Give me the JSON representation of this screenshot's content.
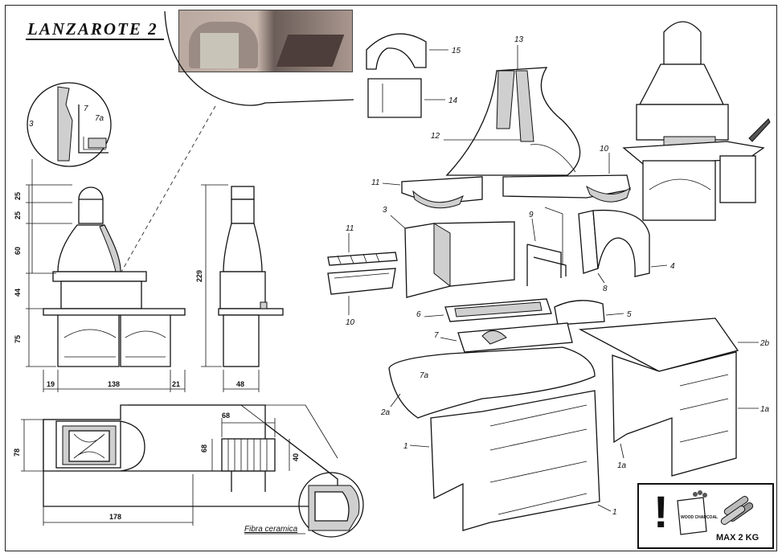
{
  "title": "LANZAROTE 2",
  "labels": {
    "front": {
      "dims_v": [
        "25",
        "25",
        "60",
        "44",
        "75"
      ],
      "total_height": "229",
      "dims_h": [
        "19",
        "138",
        "21"
      ]
    },
    "side": {
      "width": "48"
    },
    "detail_top": {
      "n3": "3",
      "n7": "7",
      "n7a": "7a"
    },
    "plan": {
      "depth": "78",
      "width": "178"
    },
    "grill": {
      "width": "68",
      "height": "68",
      "depth": "40"
    },
    "fibra": "Fibra ceramica",
    "parts": [
      "15",
      "14",
      "13",
      "12",
      "11",
      "10",
      "3",
      "11",
      "10",
      "9",
      "8",
      "4",
      "6",
      "5",
      "7",
      "7a",
      "2b",
      "2a",
      "1",
      "1a",
      "1a",
      "1"
    ]
  },
  "warning": {
    "text": "MAX 2 KG",
    "bag_label": "WOOD CHARCOAL"
  }
}
